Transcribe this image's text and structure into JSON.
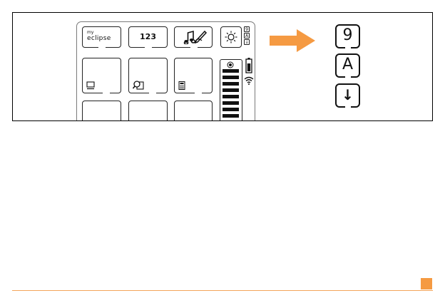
{
  "device": {
    "tiles": {
      "my_label": "my",
      "eclipse_label": "eclipse",
      "numbers_label": "123"
    },
    "mini_keys": [
      "9",
      "A",
      "↓"
    ]
  },
  "legend": {
    "keys": [
      "9",
      "A",
      "↓"
    ]
  },
  "colors": {
    "arrow": "#f59a42",
    "accent": "#f59a42",
    "footer_line": "#f4a55a"
  },
  "icons": [
    "music-note-icon",
    "pencil-icon",
    "sun-icon",
    "monitor-icon",
    "search-icon",
    "calculator-icon",
    "battery-icon",
    "wifi-icon",
    "volume-icon",
    "arrow-right-icon",
    "arrow-down-icon"
  ]
}
